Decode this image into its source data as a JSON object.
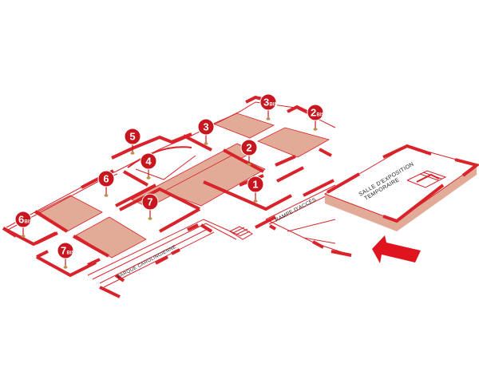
{
  "title": "Museum floor plan",
  "colors": {
    "accent": "#d8232a",
    "room_fill": "#e2ab98",
    "pin": "#c8161e",
    "pin_base": "#b8944a"
  },
  "labels": {
    "temporary_hall_line1": "SALLE D'EXPOSITION",
    "temporary_hall_line2": "TEMPORAIRE",
    "ramp": "RAMPE D'ACCÈS",
    "boat": "BARQUE CAROLINGIENNE"
  },
  "pins": [
    {
      "id": "1",
      "num": "1",
      "suffix": ""
    },
    {
      "id": "2",
      "num": "2",
      "suffix": ""
    },
    {
      "id": "3",
      "num": "3",
      "suffix": ""
    },
    {
      "id": "4",
      "num": "4",
      "suffix": ""
    },
    {
      "id": "5",
      "num": "5",
      "suffix": ""
    },
    {
      "id": "6",
      "num": "6",
      "suffix": ""
    },
    {
      "id": "7",
      "num": "7",
      "suffix": ""
    },
    {
      "id": "2bis",
      "num": "2",
      "suffix": "BIS"
    },
    {
      "id": "3bis",
      "num": "3",
      "suffix": "BIS"
    },
    {
      "id": "6bis",
      "num": "6",
      "suffix": "BIS"
    },
    {
      "id": "7bis",
      "num": "7",
      "suffix": "BIS"
    }
  ],
  "entrance_arrow": "arrow-entrance-icon"
}
